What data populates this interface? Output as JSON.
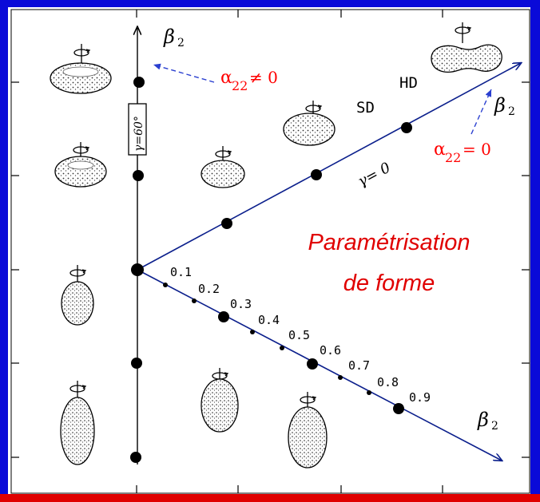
{
  "colors": {
    "border_blue": "#0a0ad8",
    "border_red": "#e00000",
    "axis_blue": "#0b1f8c",
    "annotation_red": "#ff0000",
    "dashed_blue": "#2a3fd0",
    "ink": "#000000"
  },
  "diagram": {
    "title_line1": "Paramétrisation",
    "title_line2": "de forme",
    "gamma60_label": "γ=60°",
    "gamma0_label": "γ= 0",
    "sd_label": "SD",
    "hd_label": "HD",
    "beta2_label": "β",
    "beta2_sub": "2",
    "alpha_symbol": "α",
    "alpha_sub": "22",
    "alpha_neq": "≠ 0",
    "alpha_eq": "= 0",
    "scale_ticks": [
      "0.1",
      "0.2",
      "0.3",
      "0.4",
      "0.5",
      "0.6",
      "0.7",
      "0.8",
      "0.9"
    ]
  },
  "icons": {
    "rotation": "rotation-arrow-icon",
    "nucleus_shape": "nucleus-shape-icon"
  }
}
